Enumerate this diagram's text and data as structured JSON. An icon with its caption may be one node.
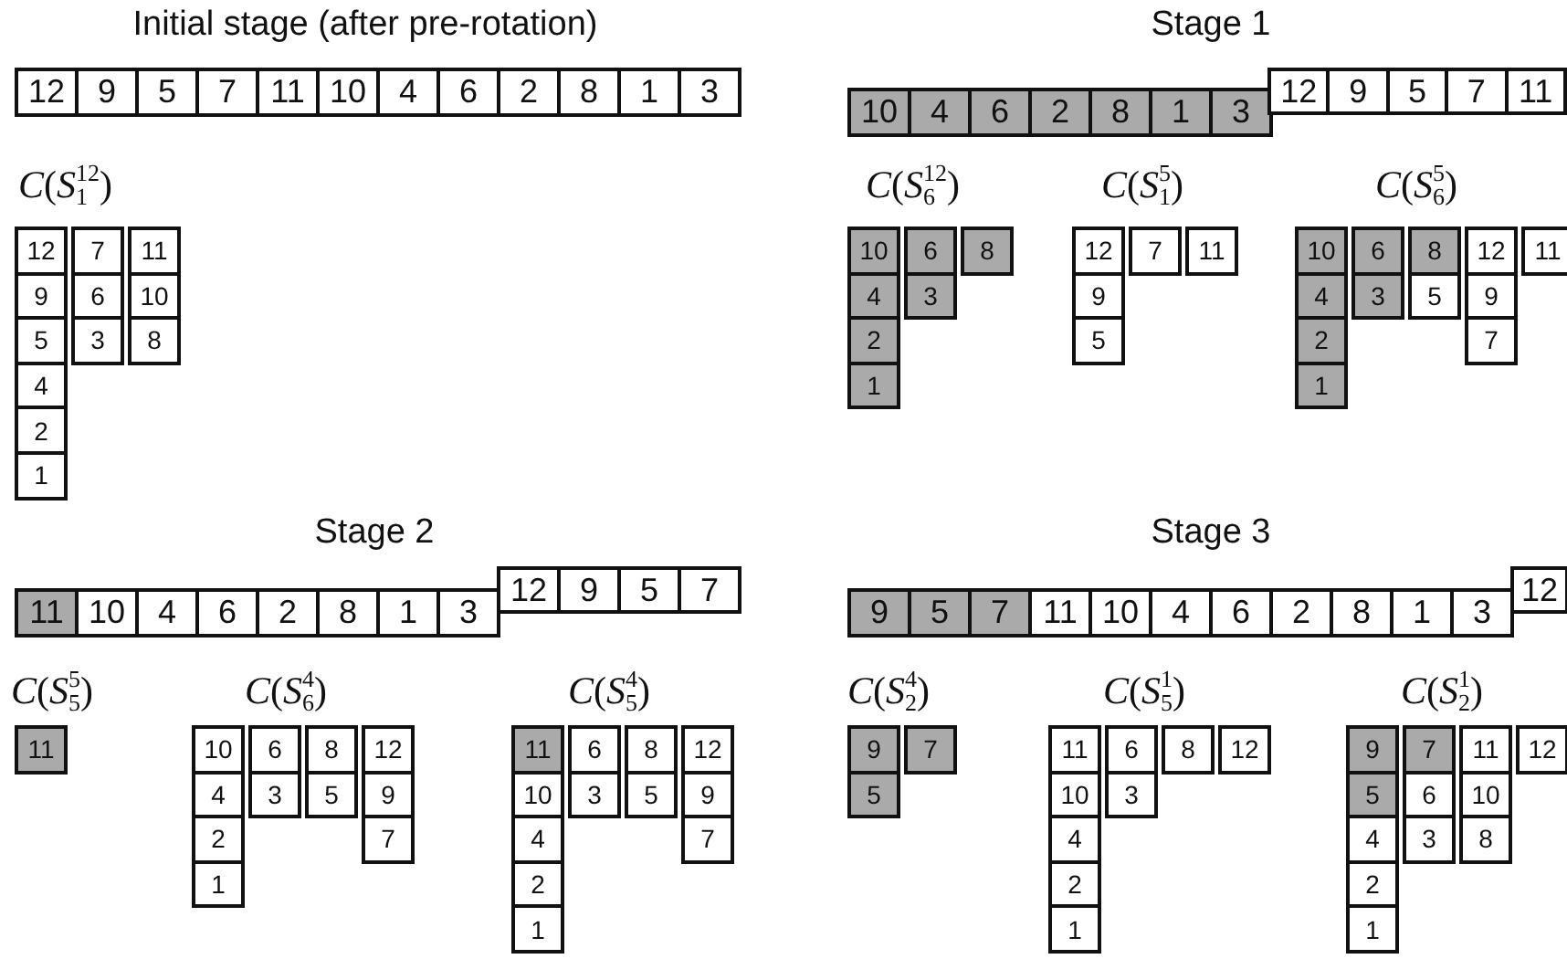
{
  "diagram": {
    "labels": [
      "Initial stage (after pre-rotation)",
      "12",
      "9",
      "5",
      "7",
      "11",
      "10",
      "4",
      "6",
      "2",
      "8",
      "1",
      "3",
      "*C*(*S*$^{12}$$_{1}$)",
      "12",
      "7",
      "11",
      "9",
      "6",
      "10",
      "5",
      "3",
      "8",
      "4",
      "2",
      "1",
      "Stage 1",
      "10",
      "4",
      "6",
      "2",
      "8",
      "1",
      "3",
      "12",
      "9",
      "5",
      "7",
      "11",
      "*C*(*S*$^{12}$$_{6}$)",
      "10",
      "6",
      "8",
      "4",
      "3",
      "2",
      "1",
      "*C*(*S*$^{5}$$_{1}$)",
      "12",
      "7",
      "11",
      "9",
      "5",
      "*C*(*S*$^{5}$$_{6}$)",
      "10",
      "6",
      "8",
      "12",
      "11",
      "4",
      "3",
      "5",
      "9",
      "2",
      "7",
      "1",
      "Stage 2",
      "11",
      "10",
      "4",
      "6",
      "2",
      "8",
      "1",
      "3",
      "12",
      "9",
      "5",
      "7",
      "*C*(*S*$^{5}$$_{5}$)",
      "11",
      "*C*(*S*$^{4}$$_{6}$)",
      "10",
      "6",
      "8",
      "12",
      "4",
      "3",
      "5",
      "9",
      "2",
      "7",
      "1",
      "*C*(*S*$^{4}$$_{5}$)",
      "11",
      "6",
      "8",
      "12",
      "10",
      "3",
      "5",
      "9",
      "4",
      "7",
      "2",
      "1",
      "Stage 3",
      "9",
      "5",
      "7",
      "11",
      "10",
      "4",
      "6",
      "2",
      "8",
      "1",
      "3",
      "12",
      "*C*(*S*$^{4}$$_{2}$)",
      "9",
      "7",
      "5",
      "*C*(*S*$^{1}$$_{5}$)",
      "11",
      "6",
      "8",
      "12",
      "10",
      "3",
      "4",
      "2",
      "1",
      "*C*(*S*$^{1}$$_{2}$)",
      "9",
      "7",
      "11",
      "12",
      "5",
      "6",
      "10",
      "4",
      "3",
      "8",
      "2",
      "1"
    ]
  }
}
